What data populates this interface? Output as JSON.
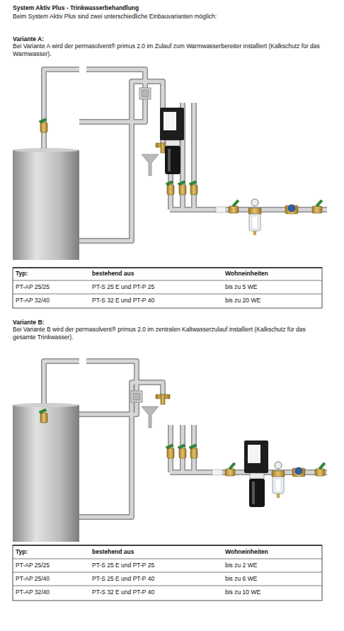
{
  "diagram": {
    "title": "System Aktiv Plus - Trinkwasserbehandlung",
    "labels": [
      "Beim System Aktiv Plus sind zwei unterschiedliche Einbauvarianten möglich:",
      "Variante A:",
      "Bei Variante A wird der permasolvent® primus 2.0 im Zulauf zum Warmwasserbereiter installiert (Kalkschutz für das Warmwasser).",
      "Typ:",
      "bestehend aus",
      "Wohneinheiten",
      "PT-AP 25/25",
      "PT-S 25 E und PT-P 25",
      "bis zu 5 WE",
      "PT-AP 32/40",
      "PT-S 32 E und PT-P 40",
      "bis zu 20 WE",
      "Variante B:",
      "Bei Variante B wird der permasolvent® primus 2.0 im zentralen Kaltwasserzulauf installiert (Kalkschutz für das gesamte Trinkwasser).",
      "Typ:",
      "bestehend aus",
      "Wohneinheiten",
      "PT-AP 25/25",
      "PT-S 25 E und PT-P 25",
      "bis zu 2 WE",
      "PT-AP 25/40",
      "PT-S 25 E und PT-P 40",
      "bis zu 6 WE",
      "PT-AP 32/40",
      "PT-S 32 E und PT-P 40",
      "bis zu 10 WE"
    ]
  }
}
